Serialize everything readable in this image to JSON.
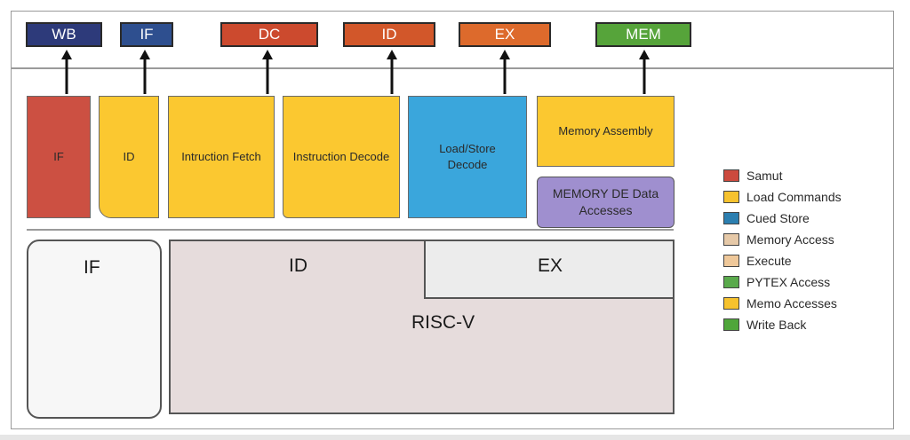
{
  "top_row": [
    {
      "label": "WB",
      "color": "#2d3a7a"
    },
    {
      "label": "IF",
      "color": "#2e4f8f"
    },
    {
      "label": "DC",
      "color": "#cc4a2e"
    },
    {
      "label": "ID",
      "color": "#d2572a"
    },
    {
      "label": "EX",
      "color": "#dd6a2c"
    },
    {
      "label": "MEM",
      "color": "#56a43a"
    }
  ],
  "stages": [
    {
      "label": "IF",
      "color": "#cc5042"
    },
    {
      "label": "ID",
      "color": "#fbc830"
    },
    {
      "label": "Intruction Fetch",
      "color": "#fbc830"
    },
    {
      "label": "Instruction Decode",
      "color": "#fbc830"
    },
    {
      "label": "Load/Store Decode",
      "color": "#3aa6dc"
    },
    {
      "label": "Memory Assembly",
      "color": "#fbc830"
    },
    {
      "label": "MEMORY DE Data Accesses",
      "color": "#9f8fcf"
    }
  ],
  "pipeline": {
    "if_label": "IF",
    "id_label": "ID",
    "ex_label": "EX",
    "core_label": "RISC-V",
    "colors": {
      "if_fill": "#f7f7f7",
      "core_fill": "#e6dcdc",
      "ex_fill": "#ececec"
    }
  },
  "legend": [
    {
      "label": "Samut",
      "color": "#cc4a3e"
    },
    {
      "label": "Load Commands",
      "color": "#f6c22e"
    },
    {
      "label": "Cued Store",
      "color": "#2c7fb0"
    },
    {
      "label": "Memory Access",
      "color": "#e6c9a8"
    },
    {
      "label": "Execute",
      "color": "#efc89a"
    },
    {
      "label": "PYTEX Access",
      "color": "#5aaa4c"
    },
    {
      "label": "Memo Accesses",
      "color": "#f6c22e"
    },
    {
      "label": "Write Back",
      "color": "#4fa63a"
    }
  ]
}
